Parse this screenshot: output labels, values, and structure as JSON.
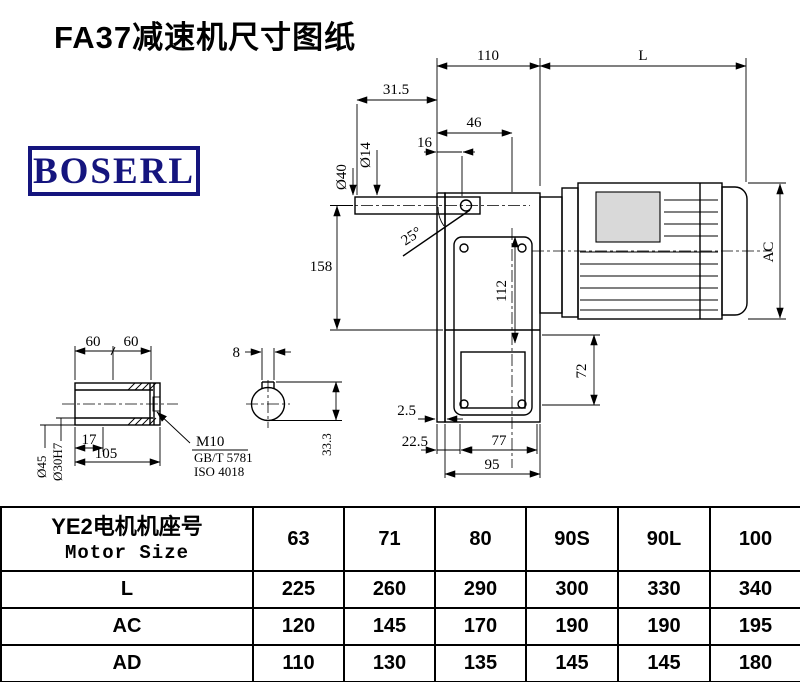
{
  "title": "FA37减速机尺寸图纸",
  "logo": "BOSERL",
  "drawing": {
    "d110": "110",
    "dL": "L",
    "d31_5": "31.5",
    "d46": "46",
    "d16": "16",
    "dia40": "Ø40",
    "dia14": "Ø14",
    "angle25": "25°",
    "d158": "158",
    "d112": "112",
    "dAC": "AC",
    "d72": "72",
    "d2_5": "2.5",
    "d22_5": "22.5",
    "d77": "77",
    "d95": "95",
    "d60a": "60",
    "d60b": "60",
    "d8": "8",
    "dia45": "Ø45",
    "dia30h7": "Ø30H7",
    "d17": "17",
    "d105": "105",
    "m10": "M10",
    "gb": "GB/T 5781",
    "iso": "ISO 4018",
    "d33_3": "33.3"
  },
  "table": {
    "row_header_cn": "YE2电机机座号",
    "row_header_en": "Motor Size",
    "sizes": [
      "63",
      "71",
      "80",
      "90S",
      "90L",
      "100"
    ],
    "rows": [
      {
        "label": "L",
        "values": [
          "225",
          "260",
          "290",
          "300",
          "330",
          "340"
        ]
      },
      {
        "label": "AC",
        "values": [
          "120",
          "145",
          "170",
          "190",
          "190",
          "195"
        ]
      },
      {
        "label": "AD",
        "values": [
          "110",
          "130",
          "135",
          "145",
          "145",
          "180"
        ]
      }
    ]
  }
}
